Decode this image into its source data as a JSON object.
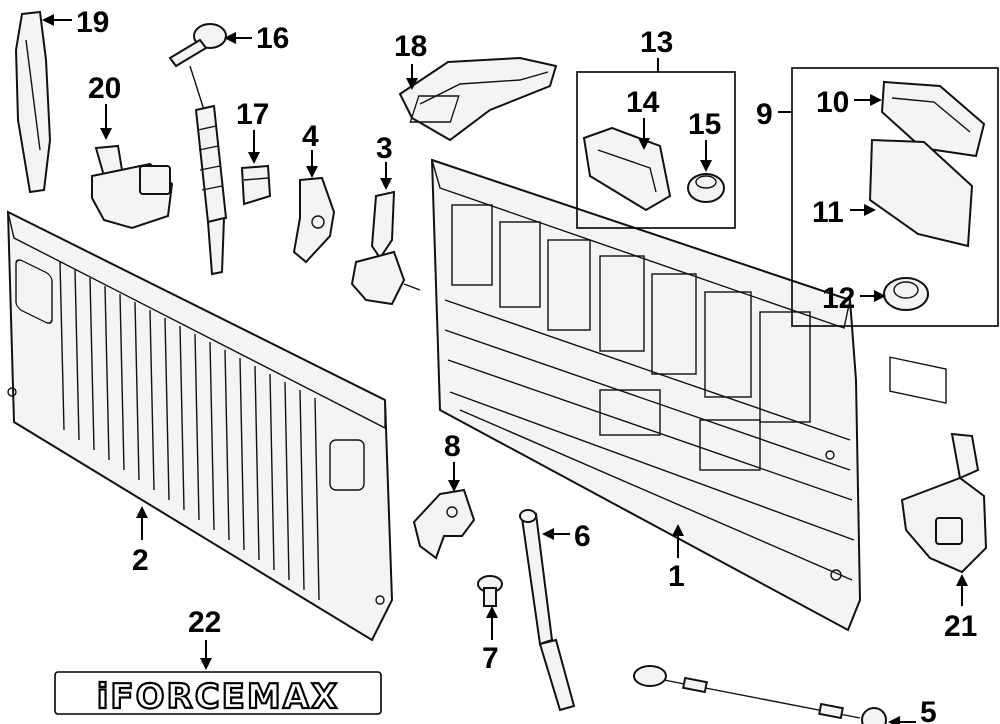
{
  "callouts": {
    "c1": "1",
    "c2": "2",
    "c3": "3",
    "c4": "4",
    "c5": "5",
    "c6": "6",
    "c7": "7",
    "c8": "8",
    "c9": "9",
    "c10": "10",
    "c11": "11",
    "c12": "12",
    "c13": "13",
    "c14": "14",
    "c15": "15",
    "c16": "16",
    "c17": "17",
    "c18": "18",
    "c19": "19",
    "c20": "20",
    "c21": "21",
    "c22": "22"
  },
  "badge": {
    "text": "iFORCEMAX"
  }
}
